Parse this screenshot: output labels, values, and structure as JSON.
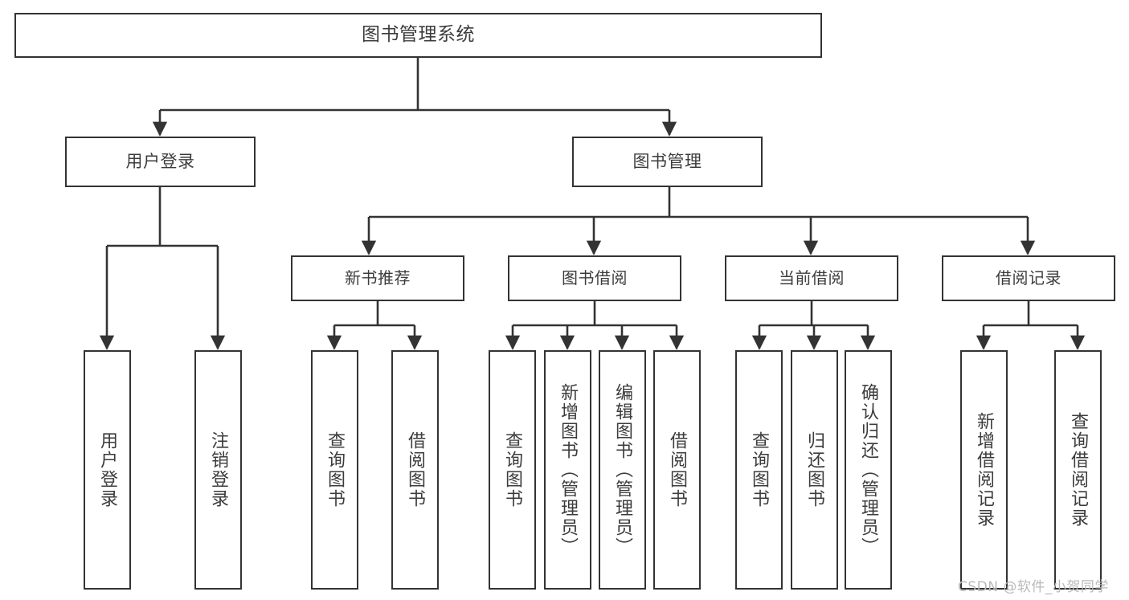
{
  "diagram": {
    "title": "图书管理系统",
    "type": "tree-hierarchy-chart",
    "root": {
      "label": "图书管理系统"
    },
    "level1": [
      {
        "label": "用户登录"
      },
      {
        "label": "图书管理"
      }
    ],
    "level2": [
      {
        "label": "新书推荐"
      },
      {
        "label": "图书借阅"
      },
      {
        "label": "当前借阅"
      },
      {
        "label": "借阅记录"
      }
    ],
    "leaves": [
      {
        "label": "用户登录"
      },
      {
        "label": "注销登录"
      },
      {
        "label": "查询图书"
      },
      {
        "label": "借阅图书"
      },
      {
        "label": "查询图书"
      },
      {
        "label": "新增图书（管理员）"
      },
      {
        "label": "编辑图书（管理员）"
      },
      {
        "label": "借阅图书"
      },
      {
        "label": "查询图书"
      },
      {
        "label": "归还图书"
      },
      {
        "label": "确认归还（管理员）"
      },
      {
        "label": "新增借阅记录"
      },
      {
        "label": "查询借阅记录"
      }
    ]
  },
  "watermark": {
    "text": "CSDN @软件_小贺同学"
  },
  "colors": {
    "box_border": "#333333",
    "box_fill": "#ffffff",
    "text": "#3c3c3c",
    "edge": "#333333",
    "watermark": "#b9b9b9"
  }
}
